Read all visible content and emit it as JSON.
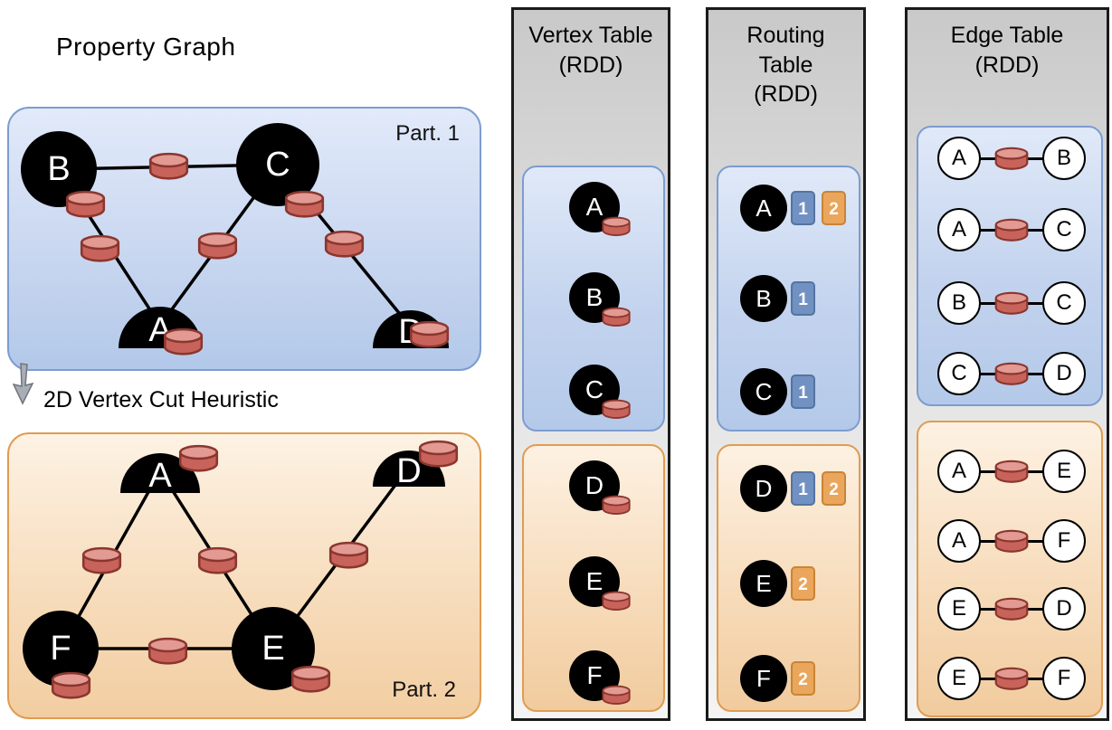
{
  "colors": {
    "blue_fill": "#c3d3ee",
    "blue_border": "#7d9ccf",
    "orange_fill": "#f7dcbb",
    "orange_border": "#e09c52",
    "gray_fill": "#d9d9d9",
    "cylinder_body": "#c7635a",
    "cylinder_top": "#e29a92",
    "cylinder_stroke": "#8a362e",
    "badge_blue": "#7291c3",
    "badge_orange": "#eaa65c",
    "vertex_fill": "#000000",
    "vertex_text": "#ffffff"
  },
  "property_graph": {
    "title": "Property Graph",
    "heuristic_label": "2D Vertex Cut Heuristic",
    "part1": {
      "label": "Part. 1",
      "vertices": [
        {
          "id": "B",
          "shape": "circle"
        },
        {
          "id": "C",
          "shape": "circle"
        },
        {
          "id": "A",
          "shape": "half"
        },
        {
          "id": "D",
          "shape": "half"
        }
      ],
      "edges": [
        [
          "B",
          "C"
        ],
        [
          "B",
          "A"
        ],
        [
          "C",
          "A"
        ],
        [
          "C",
          "D"
        ]
      ]
    },
    "part2": {
      "label": "Part. 2",
      "vertices": [
        {
          "id": "A",
          "shape": "half"
        },
        {
          "id": "D",
          "shape": "half"
        },
        {
          "id": "F",
          "shape": "circle"
        },
        {
          "id": "E",
          "shape": "circle"
        }
      ],
      "edges": [
        [
          "A",
          "F"
        ],
        [
          "A",
          "E"
        ],
        [
          "D",
          "E"
        ],
        [
          "F",
          "E"
        ]
      ]
    }
  },
  "vertex_table": {
    "title": "Vertex Table\n(RDD)",
    "part1": [
      "A",
      "B",
      "C"
    ],
    "part2": [
      "D",
      "E",
      "F"
    ]
  },
  "routing_table": {
    "title": "Routing\nTable\n(RDD)",
    "part1": [
      {
        "vertex": "A",
        "parts": [
          {
            "label": "1",
            "color": "blue"
          },
          {
            "label": "2",
            "color": "orange"
          }
        ]
      },
      {
        "vertex": "B",
        "parts": [
          {
            "label": "1",
            "color": "blue"
          }
        ]
      },
      {
        "vertex": "C",
        "parts": [
          {
            "label": "1",
            "color": "blue"
          }
        ]
      }
    ],
    "part2": [
      {
        "vertex": "D",
        "parts": [
          {
            "label": "1",
            "color": "blue"
          },
          {
            "label": "2",
            "color": "orange"
          }
        ]
      },
      {
        "vertex": "E",
        "parts": [
          {
            "label": "2",
            "color": "orange"
          }
        ]
      },
      {
        "vertex": "F",
        "parts": [
          {
            "label": "2",
            "color": "orange"
          }
        ]
      }
    ]
  },
  "edge_table": {
    "title": "Edge Table\n(RDD)",
    "part1": [
      [
        "A",
        "B"
      ],
      [
        "A",
        "C"
      ],
      [
        "B",
        "C"
      ],
      [
        "C",
        "D"
      ]
    ],
    "part2": [
      [
        "A",
        "E"
      ],
      [
        "A",
        "F"
      ],
      [
        "E",
        "D"
      ],
      [
        "E",
        "F"
      ]
    ]
  }
}
